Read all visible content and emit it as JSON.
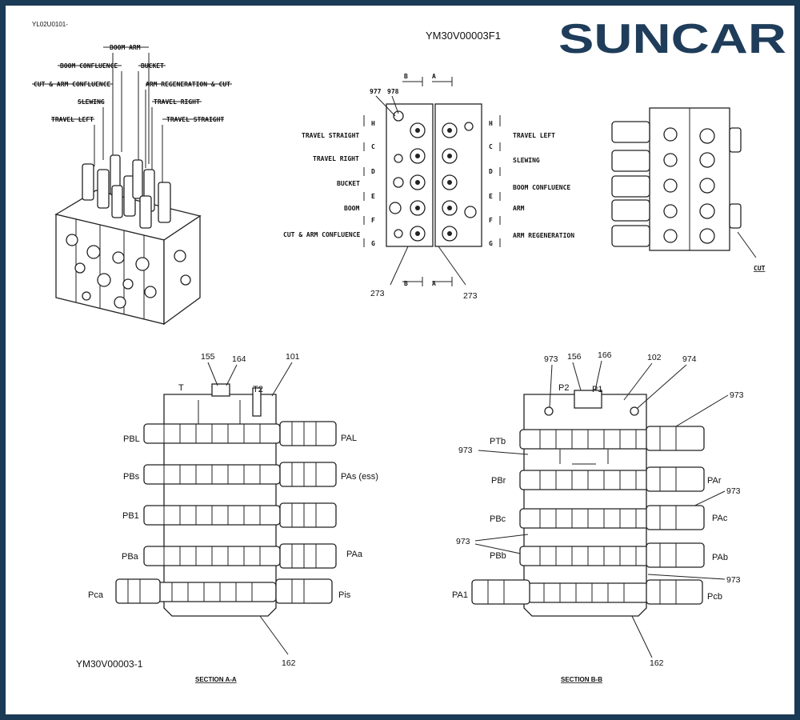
{
  "codes": {
    "top_left": "YL02U0101-",
    "top_center": "YM30V00003F1",
    "bottom_left": "YM30V00003-1"
  },
  "brand": {
    "name": "SUNCAR",
    "color": "#1f3d5a"
  },
  "colors": {
    "frame": "#1a3a55",
    "line": "#222222"
  },
  "iso_labels": [
    "BOOM  ARM",
    "BOOM CONFLUENCE",
    "BUCKET",
    "CUT & ARM CONFLUENCE",
    "ARM REGENERATION & CUT",
    "SLEWING",
    "TRAVEL RIGHT",
    "TRAVEL LEFT",
    "TRAVEL STRAIGHT"
  ],
  "front_left_labels": [
    "TRAVEL STRAIGHT",
    "TRAVEL RIGHT",
    "BUCKET",
    "BOOM",
    "CUT & ARM CONFLUENCE"
  ],
  "front_right_labels": [
    "TRAVEL LEFT",
    "SLEWING",
    "BOOM CONFLUENCE",
    "ARM",
    "ARM REGENERATION"
  ],
  "section_letters": [
    "H",
    "C",
    "D",
    "E",
    "F",
    "G"
  ],
  "section_marks": {
    "b": "B",
    "a": "A"
  },
  "front_parts": {
    "p977": "977",
    "p978": "978",
    "p273": "273"
  },
  "side_label": "CUT",
  "section_aa": {
    "title": "SECTION  A-A",
    "top_ports": {
      "t": "T",
      "t2": "T2"
    },
    "parts": {
      "p155": "155",
      "p164": "164",
      "p101": "101",
      "p162": "162"
    },
    "left_ports": [
      "PBL",
      "PBs",
      "PB1",
      "PBa",
      "Pca"
    ],
    "right_ports": [
      "PAL",
      "PAs (ess)",
      "",
      "PAa",
      "Pis"
    ]
  },
  "section_bb": {
    "title": "SECTION  B-B",
    "top_ports": {
      "p2": "P2",
      "p1": "P1"
    },
    "parts": {
      "p973": "973",
      "p156": "156",
      "p166": "166",
      "p102": "102",
      "p974": "974",
      "p162": "162"
    },
    "left_ports": [
      "PTb",
      "PBr",
      "PBc",
      "PBb",
      "PA1"
    ],
    "right_ports": [
      "",
      "PAr",
      "PAc",
      "PAb",
      "Pcb"
    ]
  }
}
